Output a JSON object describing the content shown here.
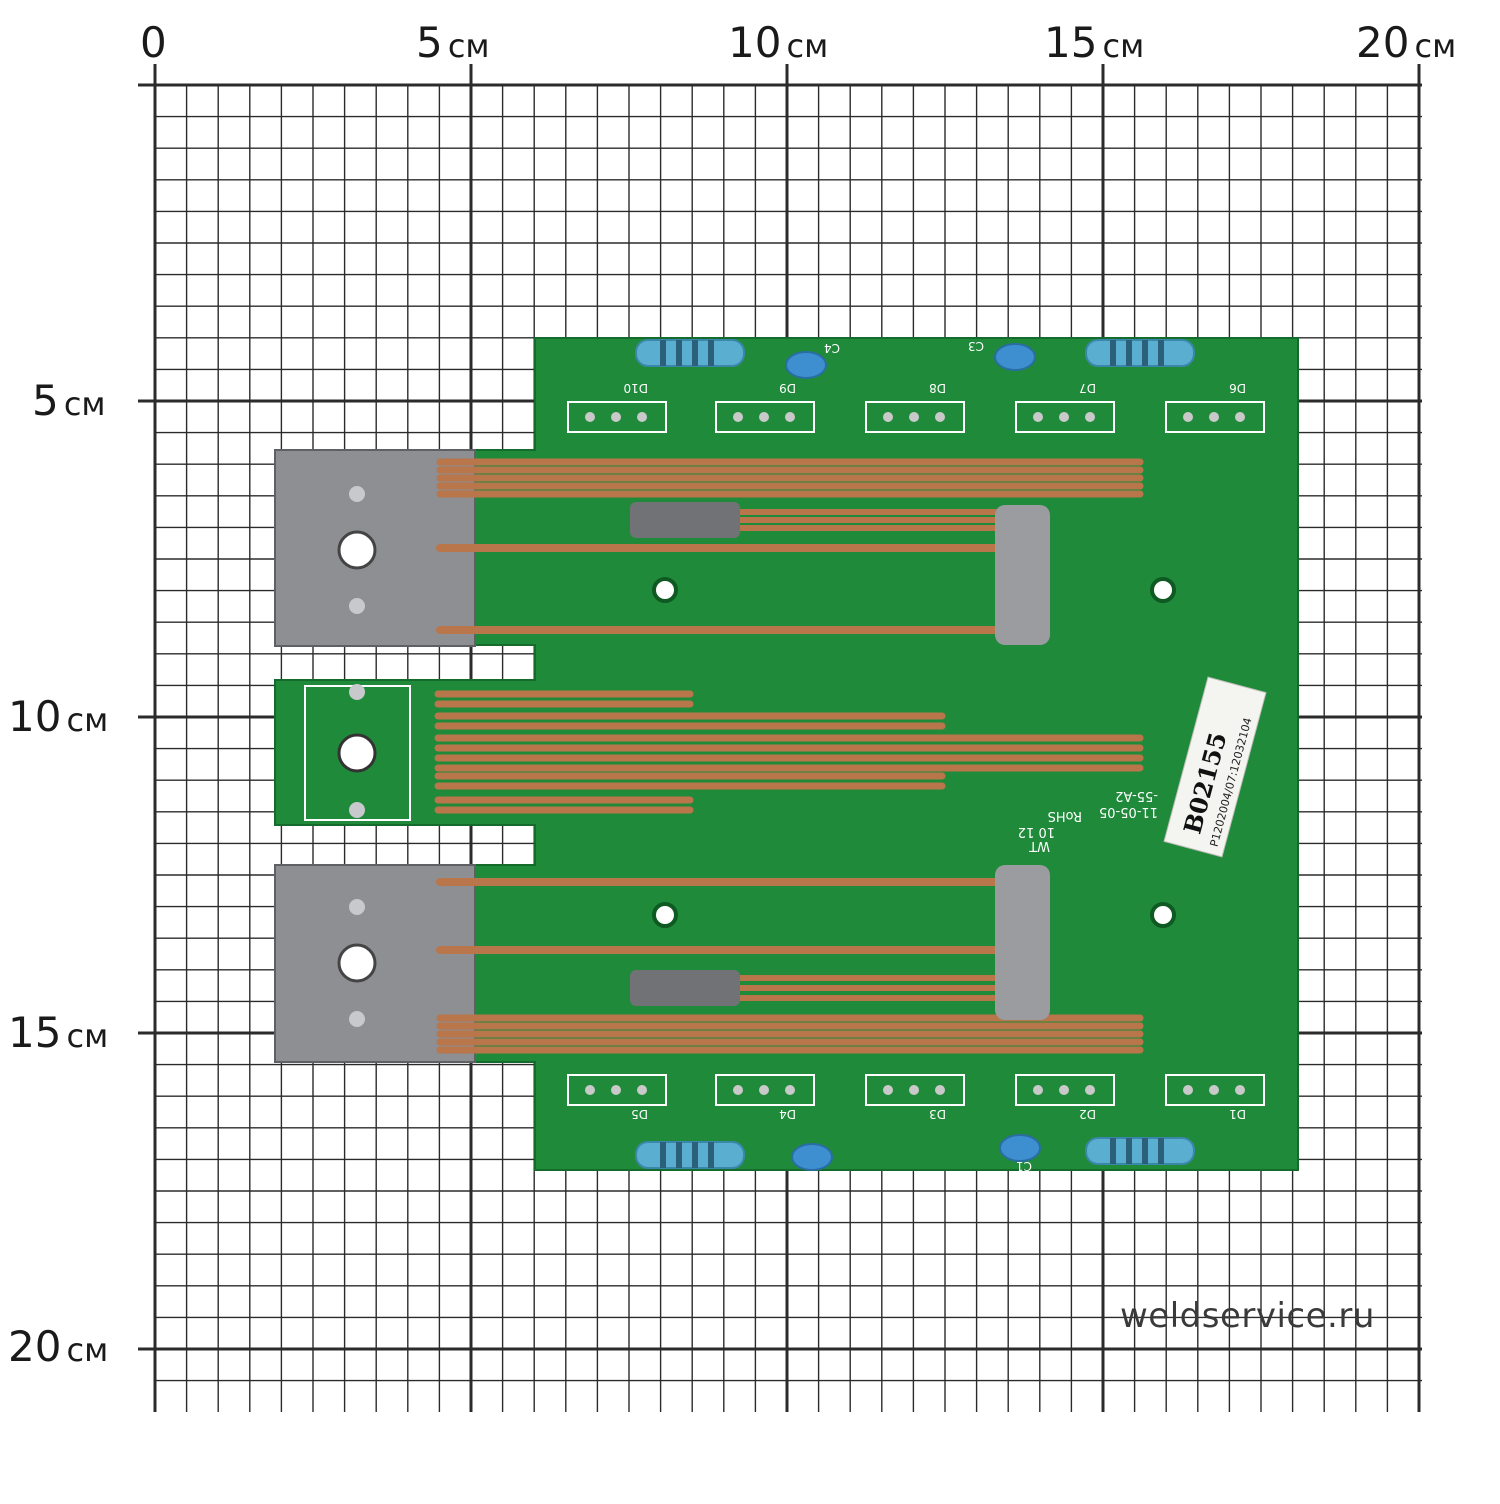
{
  "ruler": {
    "unit": "см",
    "top_ticks": [
      "0",
      "5",
      "10",
      "15",
      "20"
    ],
    "left_ticks": [
      "5",
      "10",
      "15",
      "20"
    ]
  },
  "board": {
    "label_sticker": {
      "main": "B02155",
      "sub": "P1202004/07:12032104"
    },
    "silk_markings": [
      "-55-A2",
      "11-05-05",
      "RoHS",
      "10 12",
      "WT"
    ],
    "diodes_top": [
      "D10",
      "D9",
      "D8",
      "D7",
      "D6"
    ],
    "diodes_bottom": [
      "D5",
      "D4",
      "D3",
      "D2",
      "D1"
    ],
    "capacitors_top": [
      "C4",
      "C3"
    ],
    "capacitors_bottom": [
      "C1"
    ]
  },
  "watermark": "weldservice.ru",
  "colors": {
    "pcb": "#1f8a3a",
    "grid": "#2b2b2b",
    "copper": "#b8764a",
    "resistor": "#5aaed0"
  }
}
